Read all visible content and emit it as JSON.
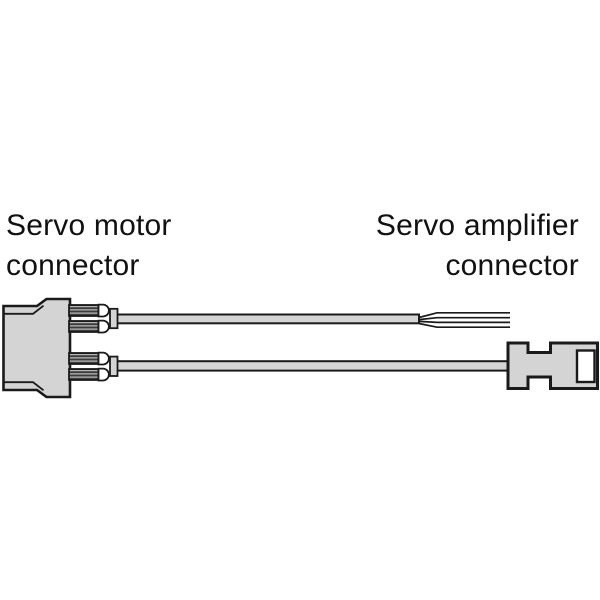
{
  "labels": {
    "motor_connector": "Servo motor\nconnector",
    "amplifier_connector": "Servo amplifier\nconnector"
  },
  "colors": {
    "background": "#ffffff",
    "outline": "#1a1a1a",
    "body_fill": "#d4d4d4",
    "cable_fill": "#d4d4d4",
    "terminal_fill": "#ffffff",
    "slot_fill": "#ffffff",
    "pin_stripe_dark": "#3c3c3c",
    "pin_stripe_light": "#d8d8d8",
    "text_color": "#111111"
  },
  "diagram": {
    "motor_connector": {
      "name": "Servo motor connector",
      "crimp_pin_count": 4,
      "cable_count": 2
    },
    "amplifier_connector": {
      "name": "Servo amplifier connector"
    },
    "loose_wires": {
      "wire_count": 4
    }
  }
}
